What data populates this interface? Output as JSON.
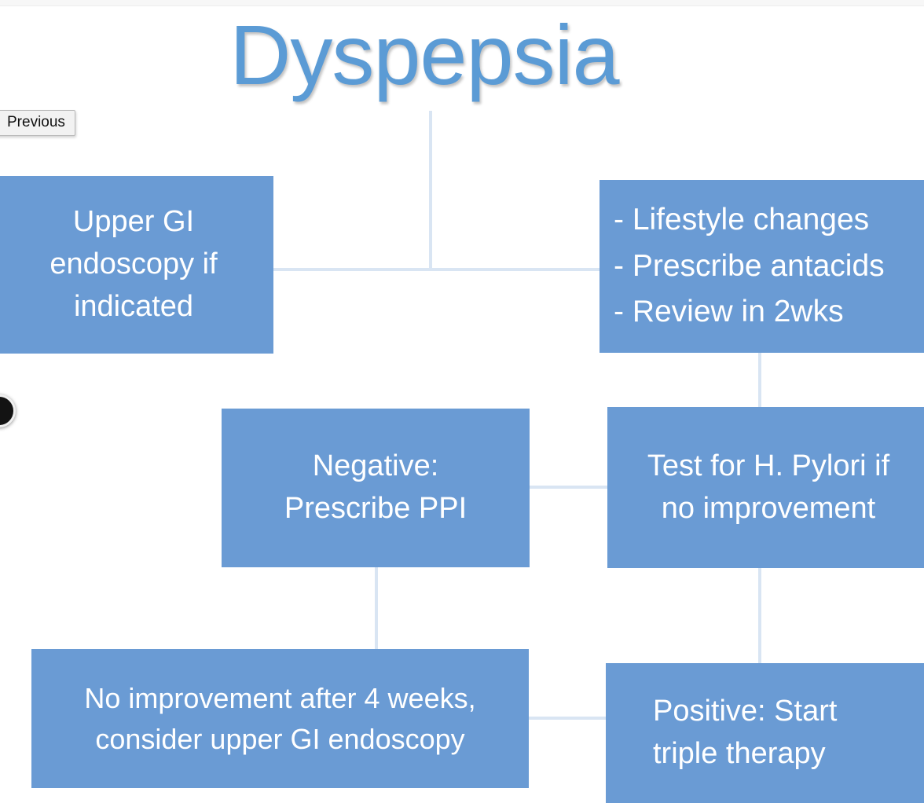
{
  "page": {
    "title": "Dyspepsia",
    "background_color": "#ffffff",
    "accent_color": "#5B9BD5",
    "box_fill_color": "#6A9BD4",
    "box_text_color": "#ffffff",
    "connector_color": "#D9E5F3"
  },
  "controls": {
    "previous_tooltip": "Previous",
    "nav_button_icon": "previous-circle-icon"
  },
  "flowchart": {
    "nodes": {
      "endoscopy": {
        "lines": [
          "Upper GI",
          "endoscopy if",
          "indicated"
        ],
        "align": "center"
      },
      "initial_management": {
        "lines": [
          "- Lifestyle changes",
          "- Prescribe antacids",
          "- Review in 2wks"
        ],
        "align": "left"
      },
      "negative": {
        "lines": [
          "Negative:",
          "Prescribe PPI"
        ],
        "align": "center"
      },
      "hpylori_test": {
        "lines": [
          "Test for H. Pylori if",
          "no improvement"
        ],
        "align": "center"
      },
      "no_improvement": {
        "lines": [
          "No improvement after 4 weeks,",
          "consider upper GI endoscopy"
        ],
        "align": "center"
      },
      "positive": {
        "lines": [
          "Positive: Start",
          "triple therapy"
        ],
        "align": "left"
      }
    }
  }
}
